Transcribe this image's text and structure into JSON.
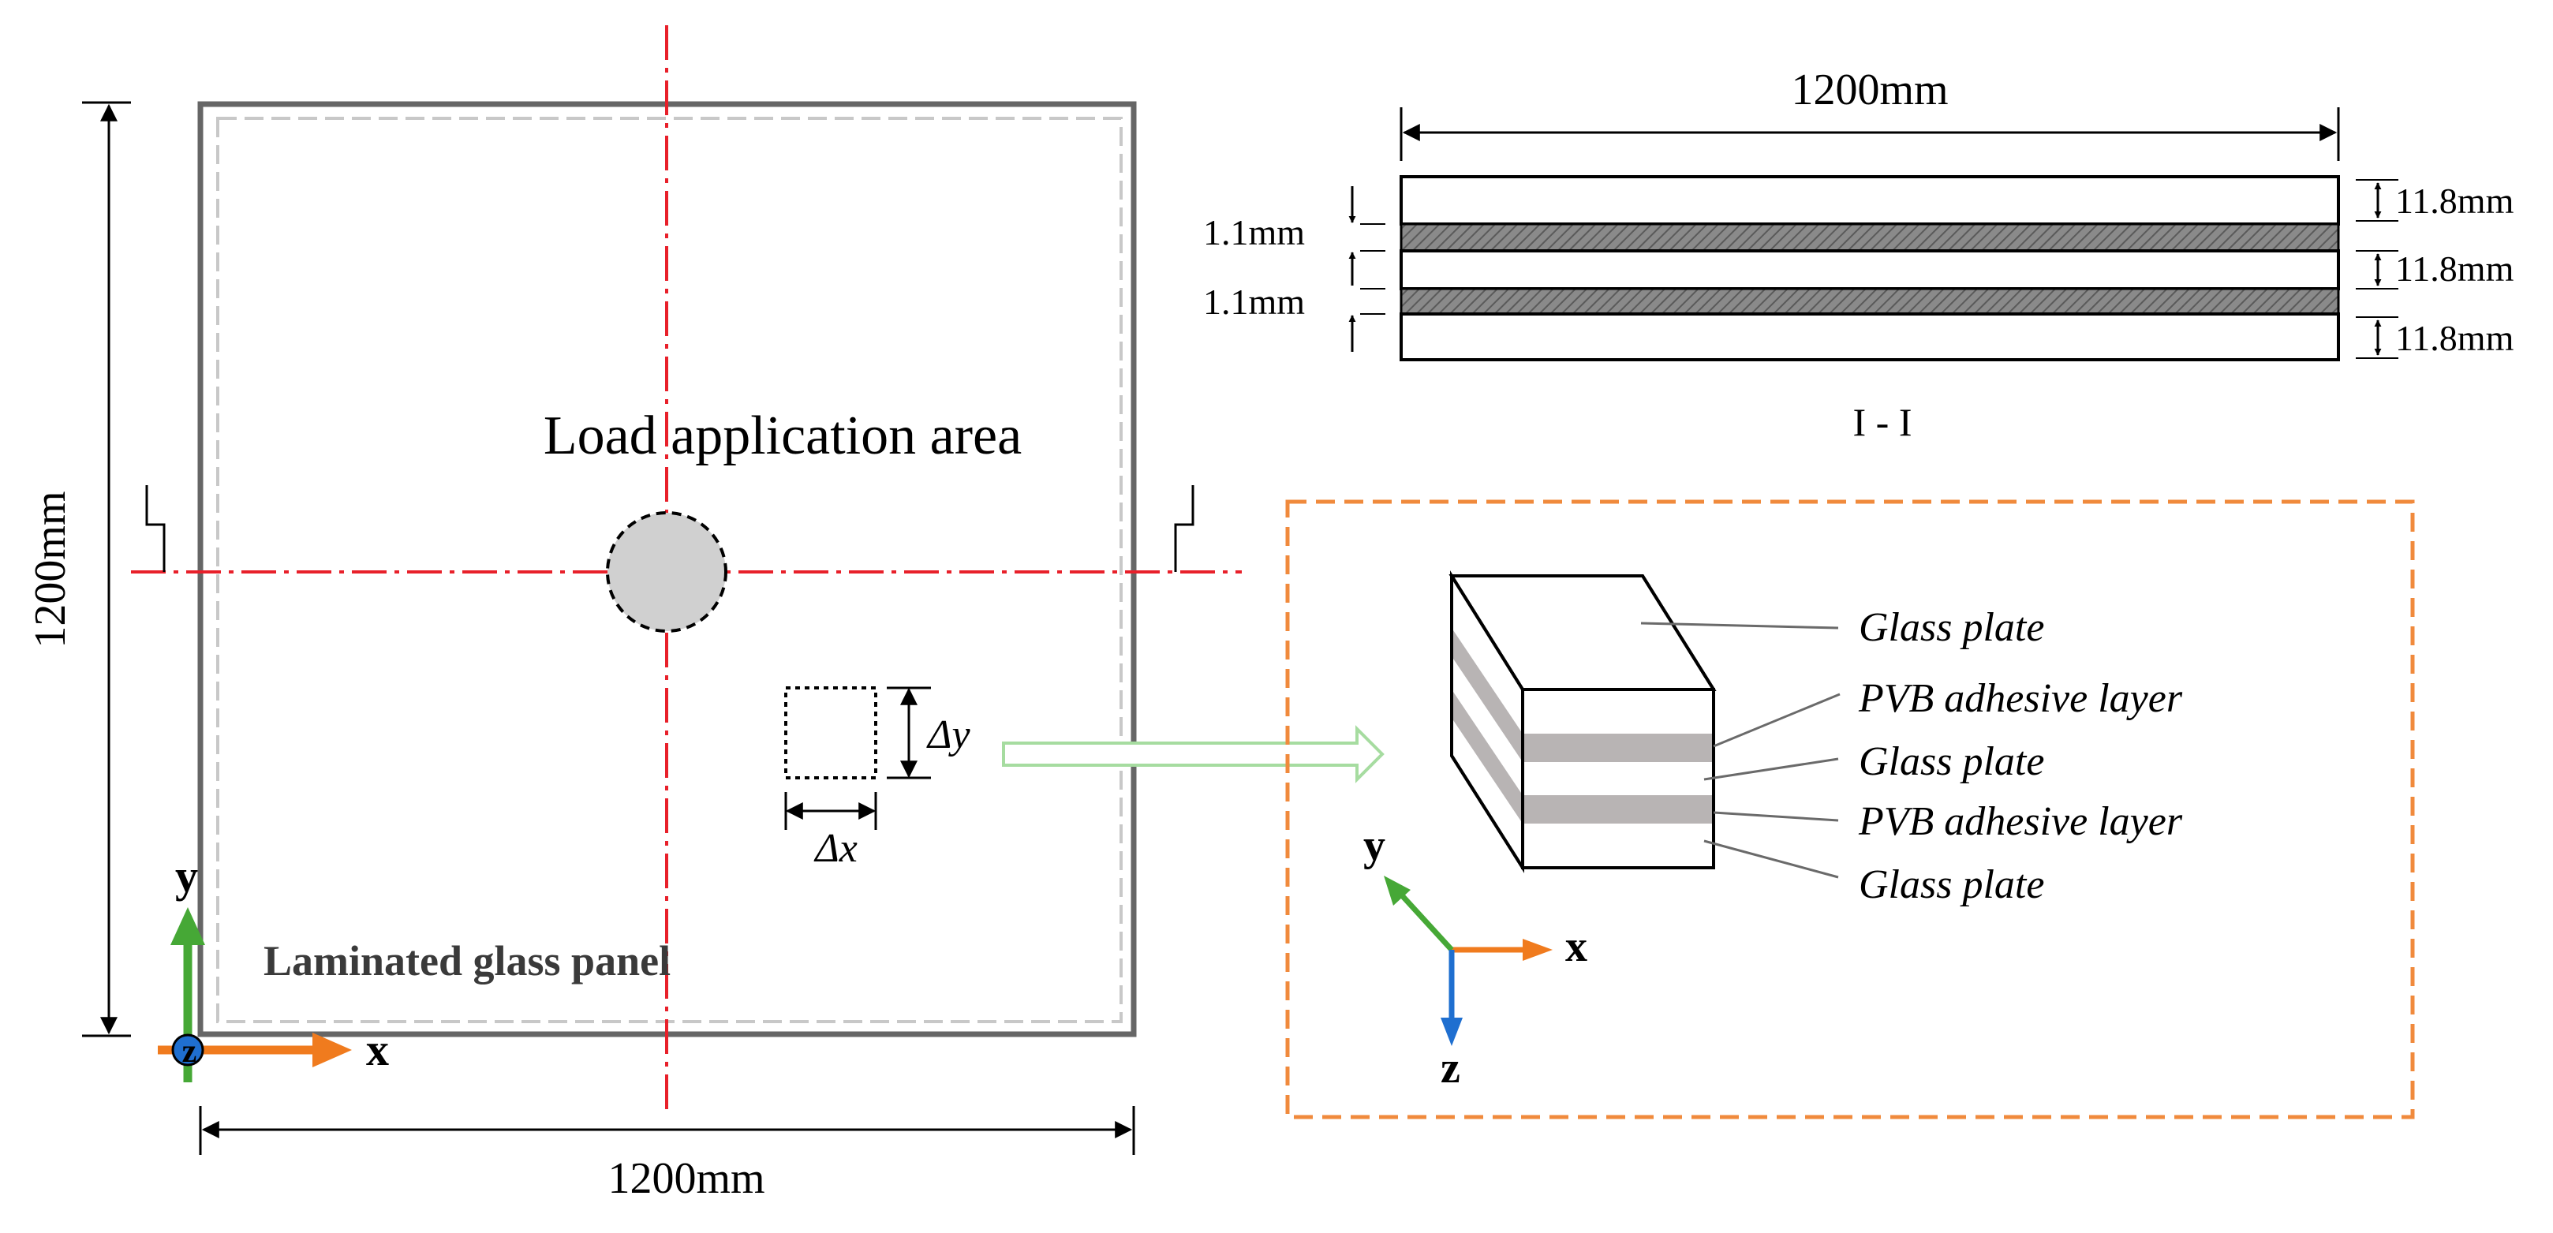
{
  "plan_view": {
    "load_area_label": "Load application area",
    "panel_label": "Laminated glass panel",
    "width_dim": "1200mm",
    "height_dim": "1200mm",
    "section_mark_left": "I",
    "section_mark_right": "I",
    "delta_x": "Δx",
    "delta_y": "Δy"
  },
  "axes_2d": {
    "x": "x",
    "y": "y",
    "z": "z"
  },
  "section_view": {
    "width_dim": "1200mm",
    "pvb_thickness_top": "1.1mm",
    "pvb_thickness_bottom": "1.1mm",
    "glass_thickness_1": "11.8mm",
    "glass_thickness_2": "11.8mm",
    "glass_thickness_3": "11.8mm",
    "section_caption": "I - I"
  },
  "detail_view": {
    "labels": [
      "Glass plate",
      "PVB adhesive layer",
      "Glass plate",
      "PVB adhesive layer",
      "Glass plate"
    ]
  },
  "axes_3d": {
    "x": "x",
    "y": "y",
    "z": "z"
  },
  "colors": {
    "centerline": "#e8202a",
    "axis_x": "#f07b1e",
    "axis_y": "#46a836",
    "axis_z": "#1f6fd0",
    "detail_box": "#f08a3c",
    "pvb_fill": "#b8b4b4",
    "load_fill": "#d0d0d0",
    "flow_arrow": "#a6dca0"
  }
}
